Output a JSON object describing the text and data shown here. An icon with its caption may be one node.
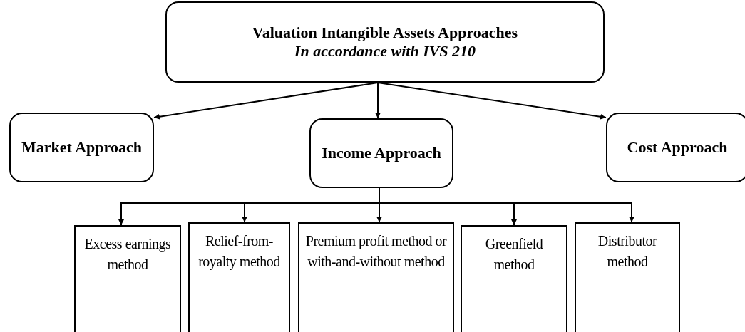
{
  "diagram": {
    "nodes": [
      {
        "text": [
          "Valuation Intangible Assets Approaches",
          "In accordance with IVS 210"
        ]
      },
      {
        "text": [
          "Market Approach"
        ]
      },
      {
        "text": [
          "Income Approach"
        ]
      },
      {
        "text": [
          "Cost Approach"
        ]
      },
      {
        "text": [
          "Excess earnings method"
        ]
      },
      {
        "text": [
          "Relief-from-royalty method"
        ]
      },
      {
        "text": [
          "Premium profit method or with-and-without method"
        ]
      },
      {
        "text": [
          "Greenfield method"
        ]
      },
      {
        "text": [
          "Distributor method"
        ]
      }
    ],
    "edges": [
      {
        "from": 0,
        "to": 1,
        "arrow": "to"
      },
      {
        "from": 0,
        "to": 2,
        "arrow": "to"
      },
      {
        "from": 0,
        "to": 3,
        "arrow": "to"
      },
      {
        "from": 2,
        "to": 4,
        "arrow": "to"
      },
      {
        "from": 2,
        "to": 5,
        "arrow": "to"
      },
      {
        "from": 2,
        "to": 6,
        "arrow": "to"
      },
      {
        "from": 2,
        "to": 7,
        "arrow": "to"
      },
      {
        "from": 2,
        "to": 8,
        "arrow": "to"
      }
    ]
  }
}
